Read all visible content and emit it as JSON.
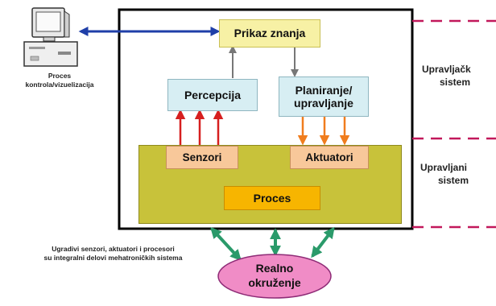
{
  "computer": {
    "label_line1": "Proces",
    "label_line2": "kontrola/vizuelizacija"
  },
  "boxes": {
    "knowledge": "Prikaz znanja",
    "perception": "Percepcija",
    "planning_line1": "Planiranje/",
    "planning_line2": "upravljanje",
    "sensors": "Senzori",
    "actuators": "Aktuatori",
    "process": "Proces"
  },
  "side_labels": {
    "control_line1": "Upravljačk",
    "control_line2": "sistem",
    "controlled_line1": "Upravljani",
    "controlled_line2": "sistem"
  },
  "note": {
    "line1": "Ugradivi senzori, aktuatori i procesori",
    "line2": "su integralni delovi mehatroničkih sistema"
  },
  "environment": {
    "line1": "Realno",
    "line2": "okruženje"
  },
  "colors": {
    "knowledge_fill": "#f7f1a5",
    "perception_fill": "#d7eef3",
    "planning_fill": "#d7eef3",
    "sensor_fill": "#f8c89a",
    "actuator_fill": "#f8c89a",
    "controlled_fill": "#c8c23a",
    "process_fill": "#f7b500",
    "environment_fill": "#f08cc6",
    "arrow_sensor": "#d61f1f",
    "arrow_actuator": "#f07d1e",
    "arrow_link": "#1f3fa8",
    "arrow_env": "#2a9a6a",
    "dash_line": "#c2185b"
  }
}
